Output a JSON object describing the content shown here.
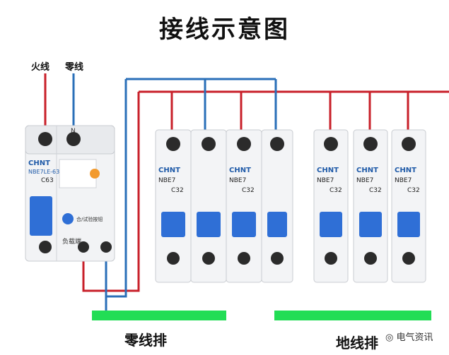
{
  "title": "接线示意图",
  "labels": {
    "live": "火线",
    "neutral": "零线",
    "neutral_bar": "零线排",
    "ground_bar": "地线排",
    "watermark": "电气资讯"
  },
  "rcd": {
    "brand": "CHNT",
    "model": "NBE7LE-63",
    "rating": "C63",
    "n_mark": "N",
    "test_text": "合/试验按钮",
    "load_text": "负载端"
  },
  "breakers": [
    {
      "brand": "CHNT",
      "model": "NBE7",
      "rating": "C32"
    },
    {
      "brand": "CHNT",
      "model": "NBE7",
      "rating": "C32"
    },
    {
      "brand": "CHNT",
      "model": "NBE7",
      "rating": "C32"
    },
    {
      "brand": "CHNT",
      "model": "NBE7",
      "rating": "C32"
    },
    {
      "brand": "CHNT",
      "model": "NBE7",
      "rating": "C32"
    }
  ],
  "colors": {
    "live_wire": "#c8202a",
    "neutral_wire": "#2a6fb8",
    "bus_bar": "#22dd55",
    "handle": "#2f6fd6",
    "brand_blue": "#1f5aa8"
  }
}
